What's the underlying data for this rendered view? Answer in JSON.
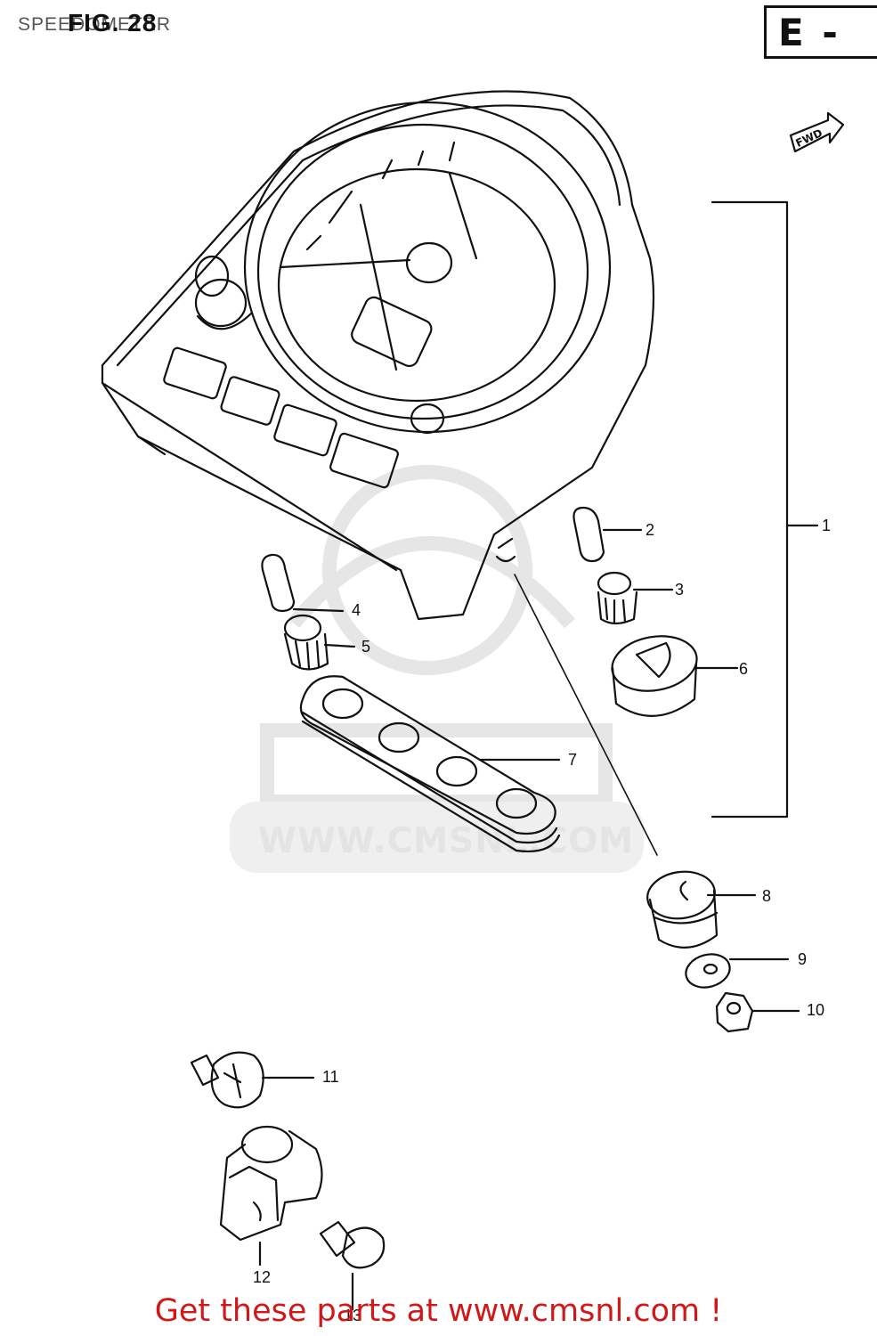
{
  "header": {
    "title": "SPEEDOMETER",
    "figure": "FIG. 28",
    "region": "E -"
  },
  "forward_label": "FWD",
  "watermark": "WWW.CMSNL.COM",
  "callouts": {
    "c1": "1",
    "c2": "2",
    "c3": "3",
    "c4": "4",
    "c5": "5",
    "c6": "6",
    "c7": "7",
    "c8": "8",
    "c9": "9",
    "c10": "10",
    "c11": "11",
    "c12": "12",
    "c13": "13"
  },
  "footer": {
    "promo": "Get these parts at www.cmsnl.com !"
  },
  "colors": {
    "line": "#111111",
    "promo": "#d01818",
    "watermark": "#e4e4e4"
  }
}
